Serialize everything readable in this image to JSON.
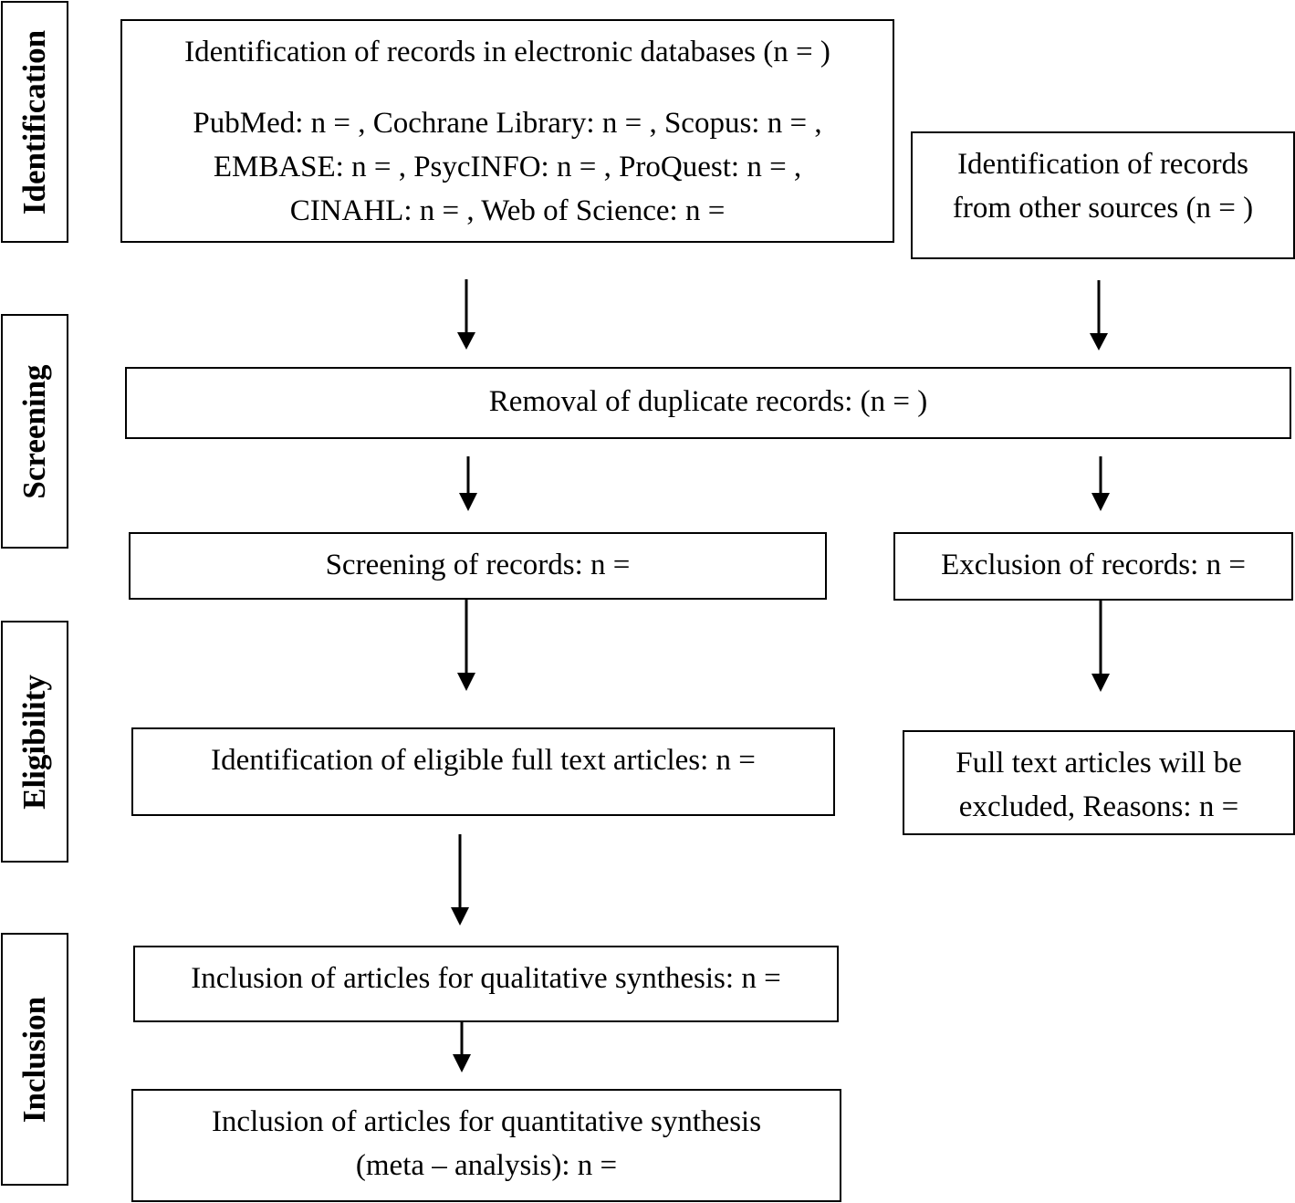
{
  "stages": {
    "identification": "Identification",
    "screening": "Screening",
    "eligibility": "Eligibility",
    "inclusion": "Inclusion"
  },
  "boxes": {
    "databases": {
      "title": "Identification of records in electronic databases (n = )",
      "line1": "PubMed: n = , Cochrane Library: n = , Scopus: n = ,",
      "line2": "EMBASE: n = , PsycINFO: n = , ProQuest: n = ,",
      "line3": "CINAHL: n = , Web of Science: n ="
    },
    "other_sources": {
      "line1": "Identification of records",
      "line2": "from other sources (n = )"
    },
    "duplicates": "Removal of duplicate records: (n = )",
    "screening": "Screening of records: n =",
    "exclusion": "Exclusion of records: n =",
    "eligible": "Identification of eligible full text articles: n =",
    "excluded_fulltext": {
      "line1": "Full text articles will be",
      "line2": "excluded, Reasons: n ="
    },
    "qualitative": "Inclusion of articles for qualitative synthesis: n =",
    "quantitative": {
      "line1": "Inclusion of articles for quantitative synthesis",
      "line2": "(meta – analysis): n ="
    }
  }
}
